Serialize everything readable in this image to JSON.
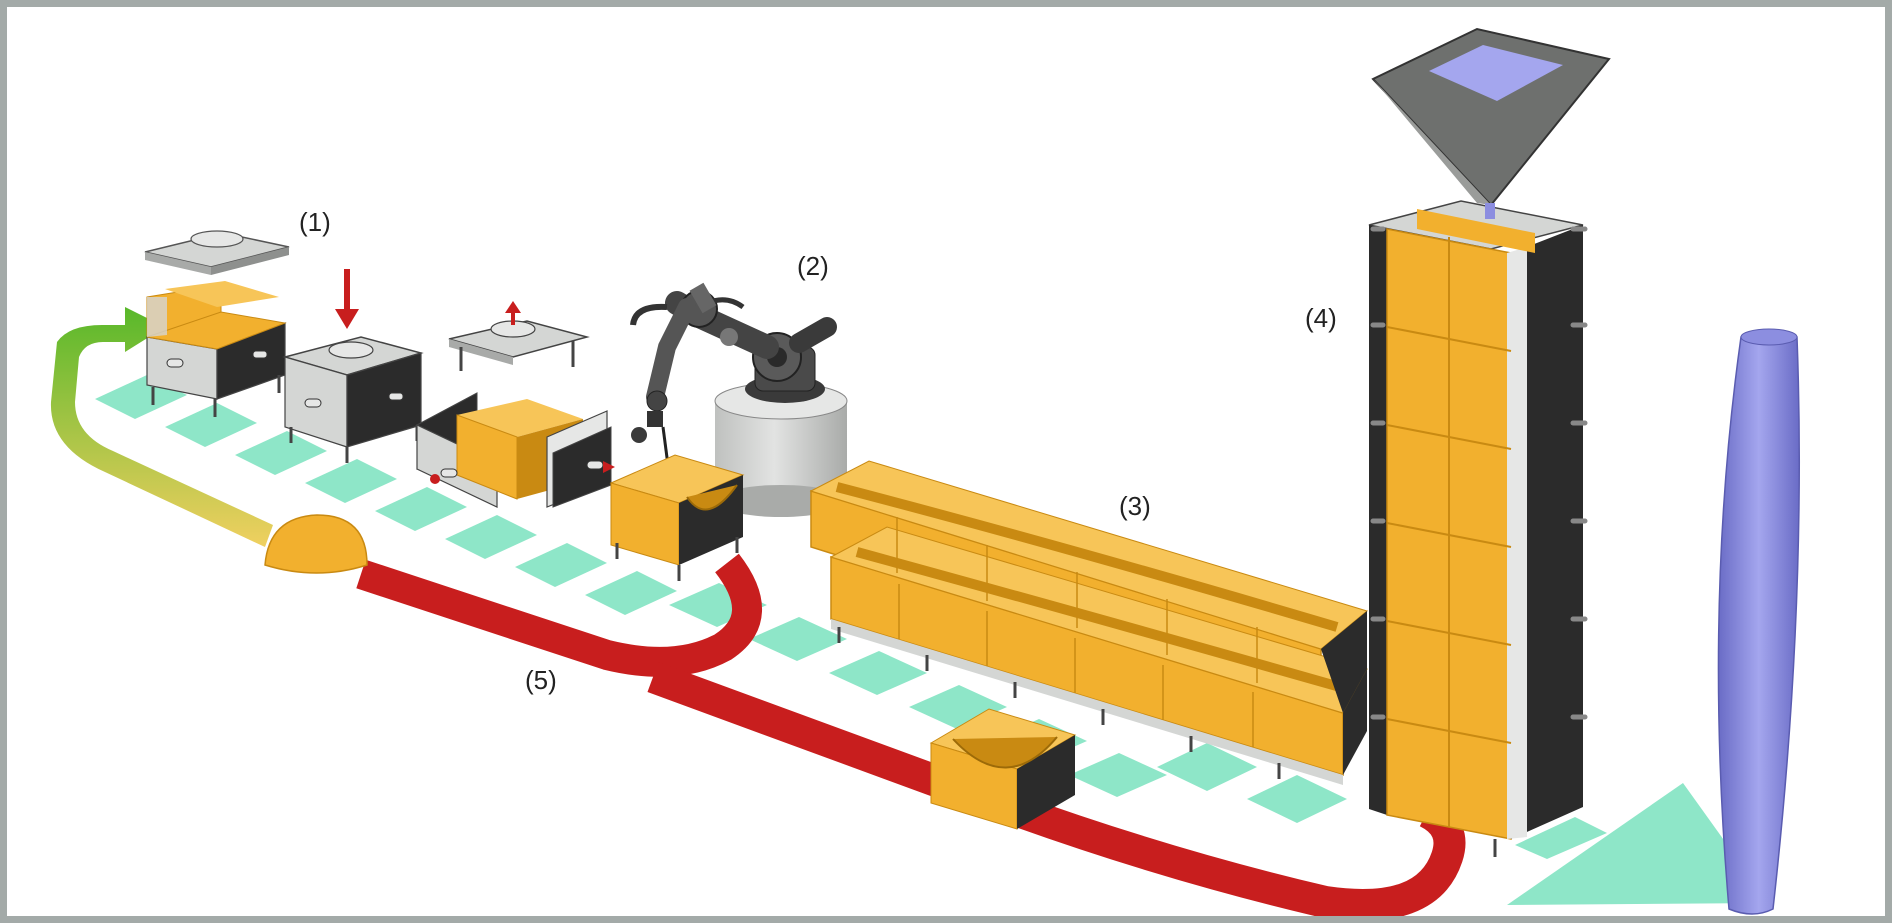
{
  "labels": {
    "step1": "(1)",
    "step2": "(2)",
    "step3": "(3)",
    "step4": "(4)",
    "step5": "(5)"
  },
  "colors": {
    "formwork": "#f2b02e",
    "formwork_dark": "#c98a12",
    "track": "#8ee6c8",
    "return_path": "#c81e1e",
    "start_arrow_top": "#58b82a",
    "start_arrow_bottom": "#f0d060",
    "finished_blade": "#8c8ee0",
    "steel": "#d4d6d4",
    "dark_panel": "#2b2b2b"
  },
  "icons": [
    "press-arrow-icon",
    "lift-arrow-icon",
    "industrial-robot-icon",
    "hopper-icon"
  ]
}
